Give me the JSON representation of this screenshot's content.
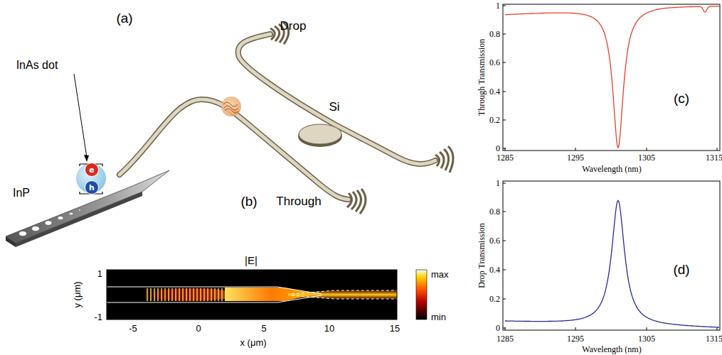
{
  "diagram": {
    "nodes": [
      {
        "text": [
          "e"
        ]
      },
      {
        "text": [
          "h"
        ]
      }
    ],
    "labels": [
      "(a)",
      "InAs dot",
      "InP",
      "Drop",
      "Si",
      "Through",
      "(b)",
      "|E|",
      "max",
      "min",
      "1",
      "-1",
      "y (μm)",
      "-5",
      "0",
      "5",
      "10",
      "15",
      "x (μm)",
      "(c)",
      "Through Transmission",
      "0",
      "0.2",
      "0.4",
      "0.6",
      "0.8",
      "1",
      "1285",
      "1295",
      "1305",
      "1315",
      "Wavelength (nm)",
      "(d)",
      "Drop Transmission",
      "0",
      "0.2",
      "0.4",
      "0.6",
      "0.8",
      "1",
      "1285",
      "1295",
      "1305",
      "1315",
      "Wavelength (nm)"
    ]
  }
}
